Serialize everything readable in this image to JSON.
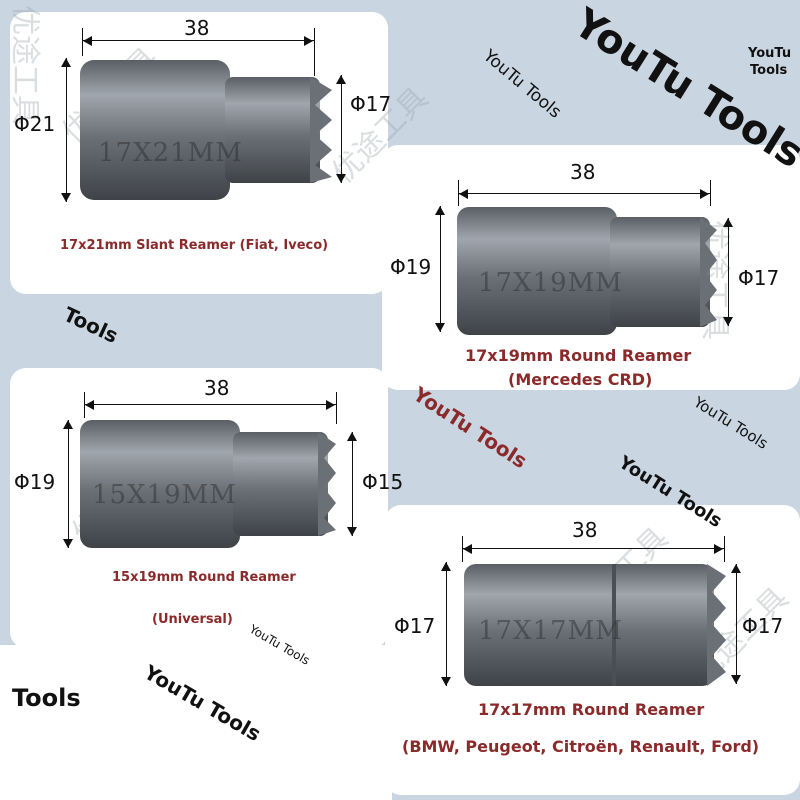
{
  "watermarks": {
    "main": "YouTu Tools",
    "corner_line1": "YouTu",
    "corner_line2": "Tools",
    "tilted_1": "YouTu Tools",
    "tilted_2": "Tools",
    "tilted_red": "YouTu Tools",
    "tilted_3": "YouTu Tools",
    "tilted_4": "YouTu Tools",
    "tilted_5": "YouTu Tools",
    "tilted_6": "YouTu Tools",
    "bottom_left": "Tools",
    "cjk": "优途工具"
  },
  "reamers": [
    {
      "length_label": "38",
      "outer_label": "Φ21",
      "inner_label": "Φ17",
      "stamp": "17X21MM",
      "caption": "17x21mm Slant Reamer (Fiat, Iveco)",
      "caption_line2": ""
    },
    {
      "length_label": "38",
      "outer_label": "Φ19",
      "inner_label": "Φ17",
      "stamp": "17X19MM",
      "caption": "17x19mm Round Reamer",
      "caption_line2": "(Mercedes CRD)"
    },
    {
      "length_label": "38",
      "outer_label": "Φ19",
      "inner_label": "Φ15",
      "stamp": "15X19MM",
      "caption": "15x19mm Round Reamer",
      "caption_line2": "(Universal)"
    },
    {
      "length_label": "38",
      "outer_label": "Φ17",
      "inner_label": "Φ17",
      "stamp": "17X17MM",
      "caption": "17x17mm Round Reamer",
      "caption_line2": "(BMW, Peugeot, Citroën, Renault, Ford)"
    }
  ],
  "colors": {
    "background": "#c9d6e2",
    "caption": "#8b2a2a",
    "watermark_red": "#8b2a2a",
    "steel_dark": "#4b4f54",
    "steel_light": "#9aa0a6"
  }
}
